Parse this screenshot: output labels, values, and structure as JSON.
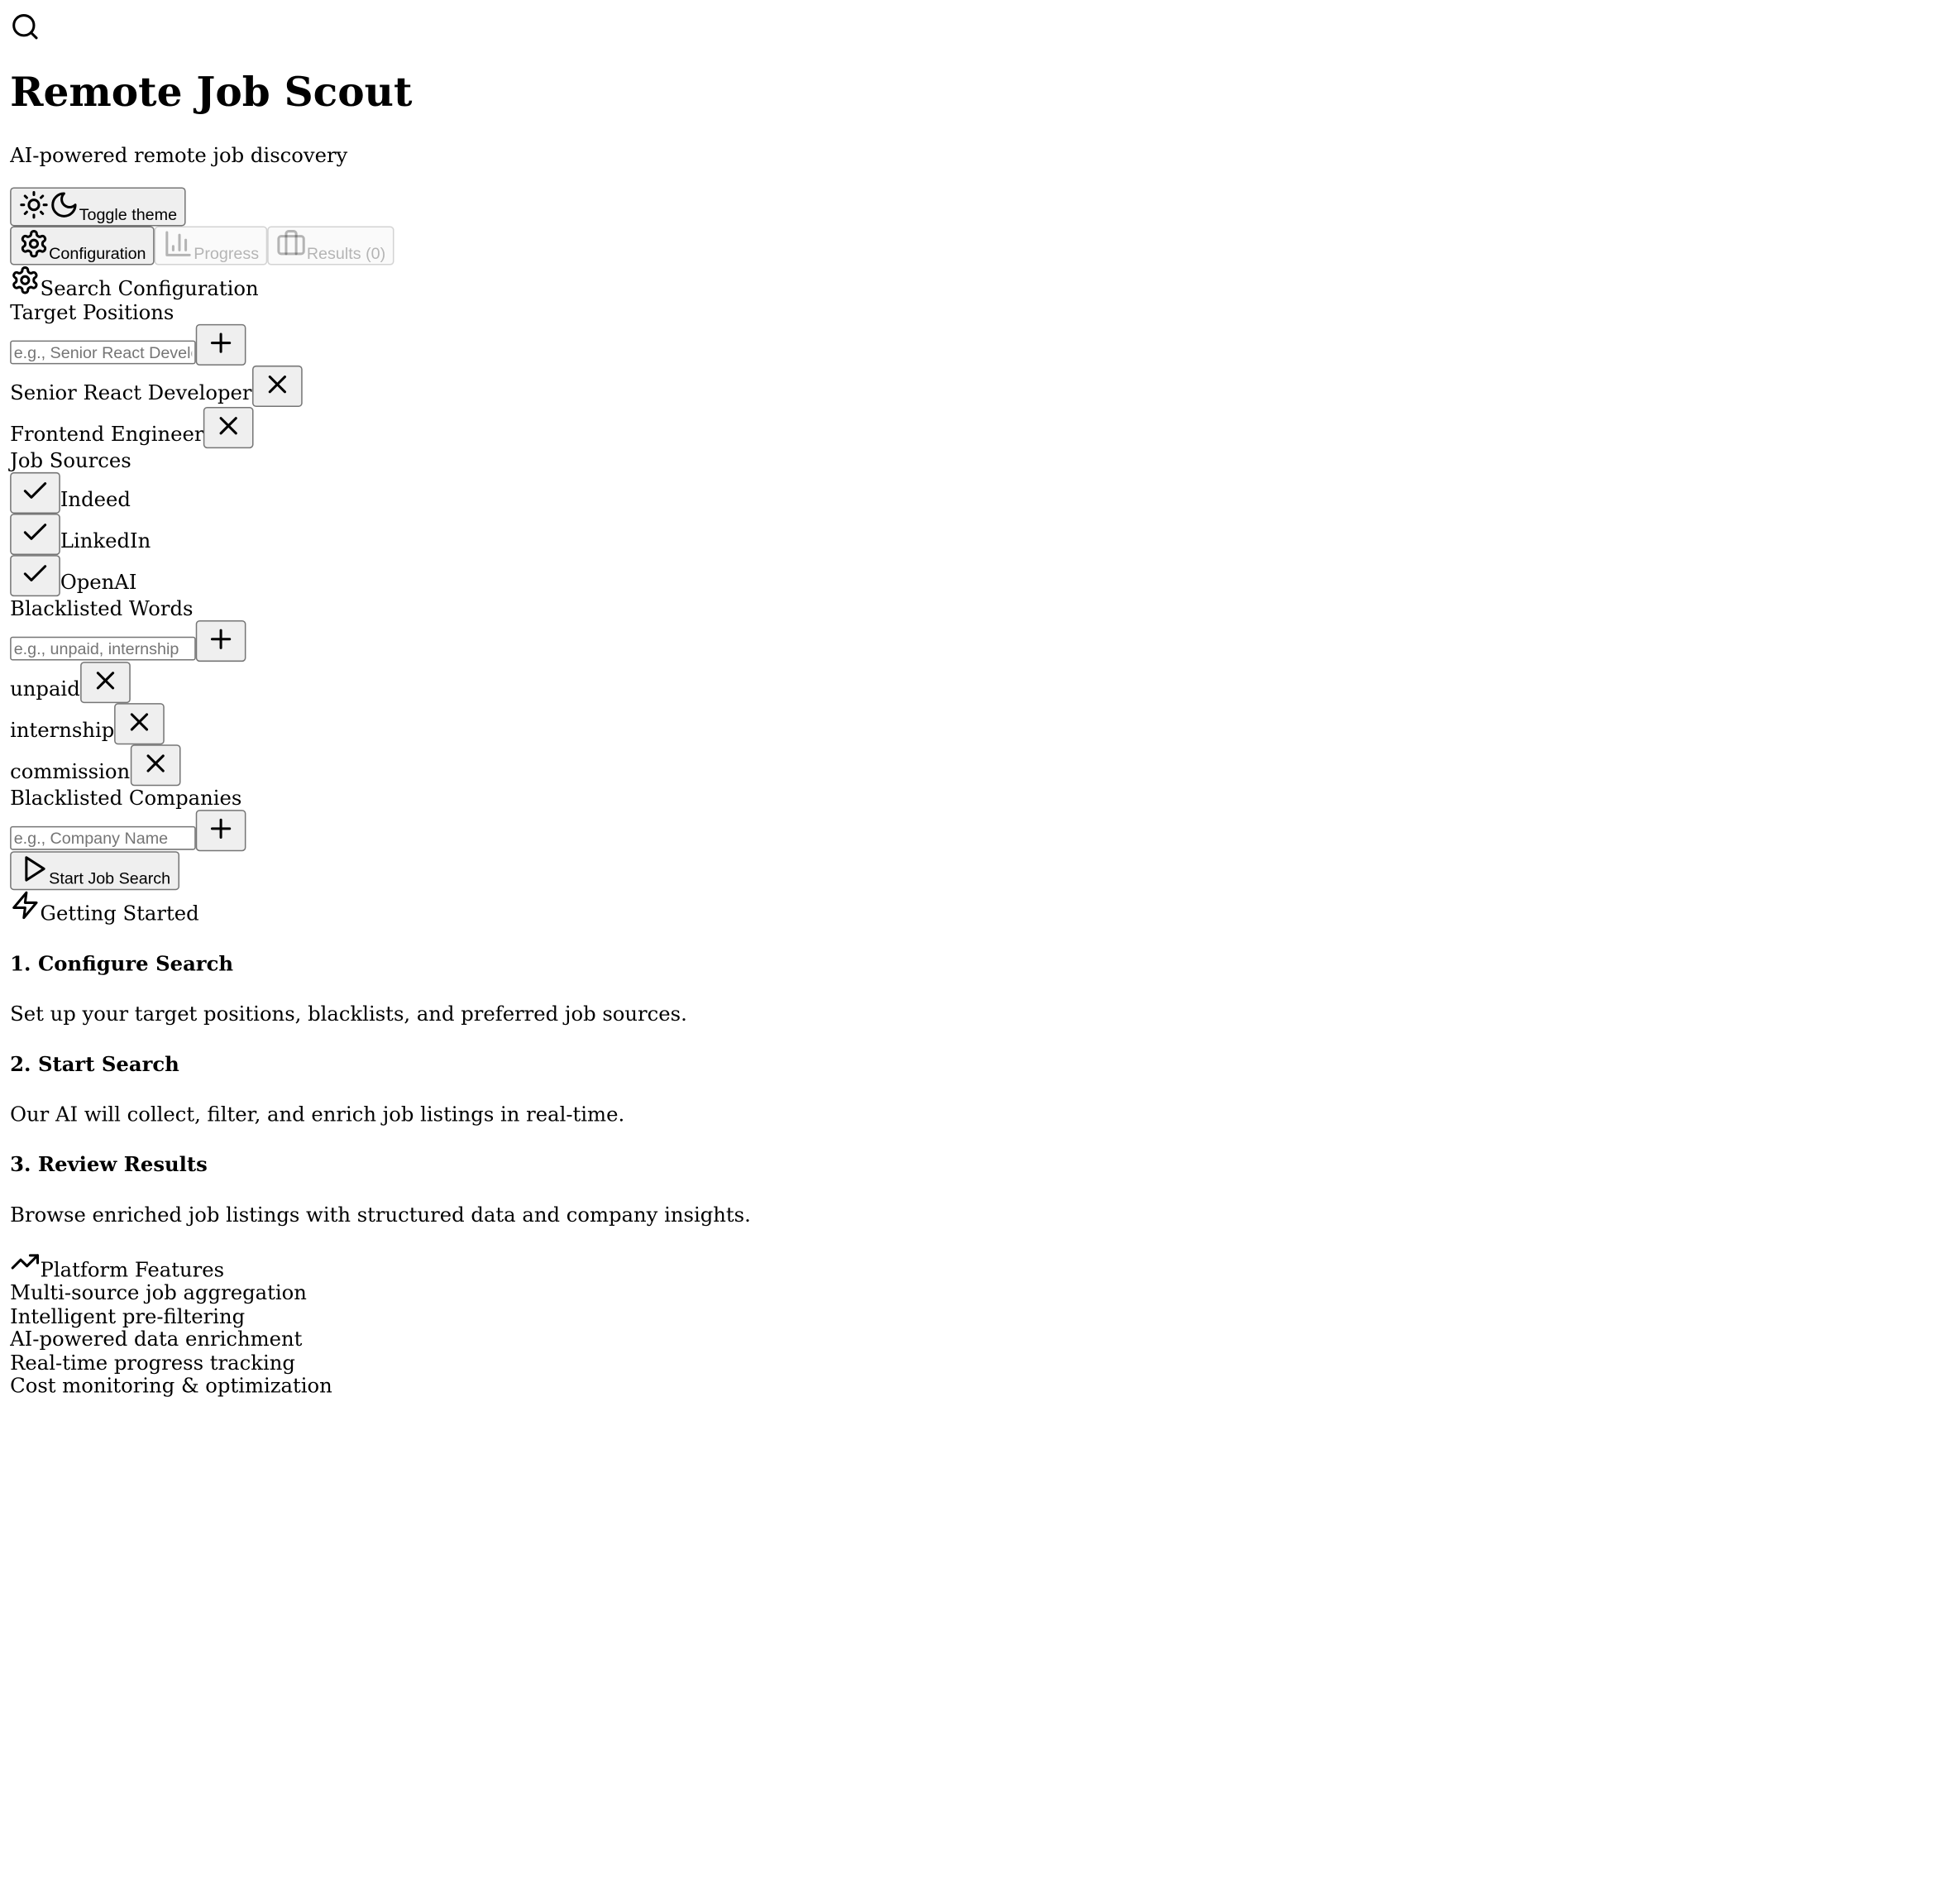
{
  "header": {
    "logo_icon": "search-icon",
    "title": "Remote Job Scout",
    "subtitle": "AI-powered remote job discovery",
    "theme_toggle_label": "Toggle theme"
  },
  "tabs": [
    {
      "label": "Configuration",
      "icon": "gear-icon",
      "enabled": true
    },
    {
      "label": "Progress",
      "icon": "bar-chart-icon",
      "enabled": false
    },
    {
      "label": "Results (0)",
      "icon": "briefcase-icon",
      "enabled": false
    }
  ],
  "config": {
    "heading": "Search Configuration",
    "target_positions": {
      "label": "Target Positions",
      "placeholder": "e.g., Senior React Developer",
      "items": [
        "Senior React Developer",
        "Frontend Engineer"
      ]
    },
    "job_sources": {
      "label": "Job Sources",
      "items": [
        {
          "label": "Indeed",
          "checked": true
        },
        {
          "label": "LinkedIn",
          "checked": true
        },
        {
          "label": "OpenAI",
          "checked": true
        }
      ]
    },
    "blacklisted_words": {
      "label": "Blacklisted Words",
      "placeholder": "e.g., unpaid, internship",
      "items": [
        "unpaid",
        "internship",
        "commission"
      ]
    },
    "blacklisted_companies": {
      "label": "Blacklisted Companies",
      "placeholder": "e.g., Company Name"
    },
    "start_button_label": "Start Job Search"
  },
  "getting_started": {
    "heading": "Getting Started",
    "steps": [
      {
        "title": "1. Configure Search",
        "text": "Set up your target positions, blacklists, and preferred job sources."
      },
      {
        "title": "2. Start Search",
        "text": "Our AI will collect, filter, and enrich job listings in real-time."
      },
      {
        "title": "3. Review Results",
        "text": "Browse enriched job listings with structured data and company insights."
      }
    ]
  },
  "features": {
    "heading": "Platform Features",
    "items": [
      "Multi-source job aggregation",
      "Intelligent pre-filtering",
      "AI-powered data enrichment",
      "Real-time progress tracking",
      "Cost monitoring & optimization"
    ]
  }
}
